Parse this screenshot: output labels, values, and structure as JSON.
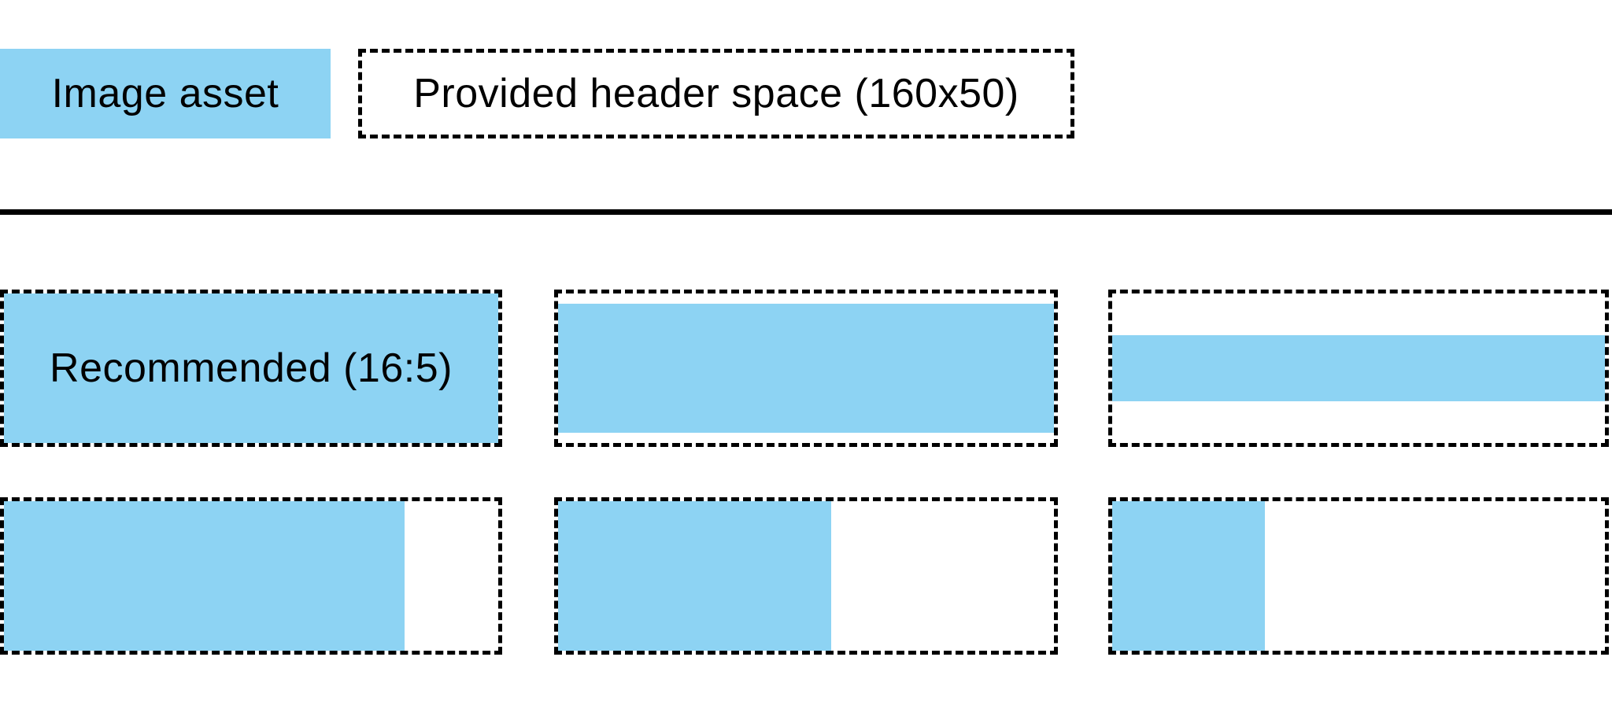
{
  "legend": {
    "asset": {
      "label": "Image asset"
    },
    "header_space": {
      "label": "Provided header space (160x50)"
    }
  },
  "colors": {
    "asset_fill": "#8DD3F3",
    "outline": "#000000",
    "background": "#FFFFFF",
    "text": "#000000"
  },
  "examples": {
    "cells": [
      {
        "label": "Recommended (16:5)",
        "fill_width_pct": 100,
        "fill_height_pct": 100,
        "h_align": "center",
        "v_align": "center"
      },
      {
        "label": "",
        "fill_width_pct": 100,
        "fill_height_pct": 86,
        "h_align": "center",
        "v_align": "center"
      },
      {
        "label": "",
        "fill_width_pct": 100,
        "fill_height_pct": 44,
        "h_align": "center",
        "v_align": "center"
      },
      {
        "label": "",
        "fill_width_pct": 81,
        "fill_height_pct": 100,
        "h_align": "left",
        "v_align": "center"
      },
      {
        "label": "",
        "fill_width_pct": 55,
        "fill_height_pct": 100,
        "h_align": "left",
        "v_align": "center"
      },
      {
        "label": "",
        "fill_width_pct": 31,
        "fill_height_pct": 100,
        "h_align": "left",
        "v_align": "center"
      }
    ]
  }
}
